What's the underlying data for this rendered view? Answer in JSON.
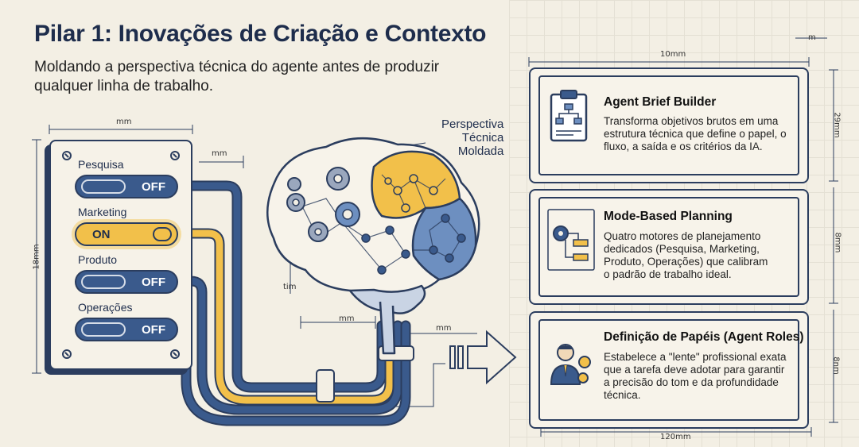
{
  "header": {
    "title": "Pilar 1: Inovações de Criação e Contexto",
    "subtitle": "Moldando a perspectiva técnica do agente antes de produzir qualquer linha de trabalho."
  },
  "switch_panel": {
    "switches": [
      {
        "label": "Pesquisa",
        "state": "OFF",
        "active": false
      },
      {
        "label": "Marketing",
        "state": "ON",
        "active": true
      },
      {
        "label": "Produto",
        "state": "OFF",
        "active": false
      },
      {
        "label": "Operações",
        "state": "OFF",
        "active": false
      }
    ],
    "dims": {
      "width": "mm",
      "height": "18mm",
      "offset": "mm"
    }
  },
  "brain": {
    "callout": "Perspectiva\nTécnica\nMoldada",
    "dims": {
      "left": "tim",
      "bottom": "mm",
      "right": "mm"
    }
  },
  "cards": [
    {
      "title": "Agent Brief Builder",
      "text": "Transforma objetivos brutos em uma estrutura técnica que define o papel, o fluxo, a saída e os critérios da IA.",
      "icon": "clipboard-flowchart-icon"
    },
    {
      "title": "Mode-Based Planning",
      "text": "Quatro motores de planejamento dedicados (Pesquisa, Marketing, Produto, Operações) que calibram o padrão de trabalho ideal.",
      "icon": "gear-flowchart-icon"
    },
    {
      "title": "Definição de Papéis (Agent Roles)",
      "text": "Estabelece a \"lente\" profissional exata que a tarefa deve adotar para garantir a precisão do tom e da profundidade técnica.",
      "icon": "professional-gear-icon"
    }
  ],
  "card_dims": {
    "top": "m",
    "width": "10mm",
    "card1_h": "29mm",
    "card2_h": "8mm",
    "card3_h": "8nm",
    "bottom": "120mm"
  },
  "colors": {
    "navy": "#2b3d5e",
    "blue": "#3a5a8c",
    "yellow": "#f2c04a",
    "background": "#f3efe4"
  }
}
